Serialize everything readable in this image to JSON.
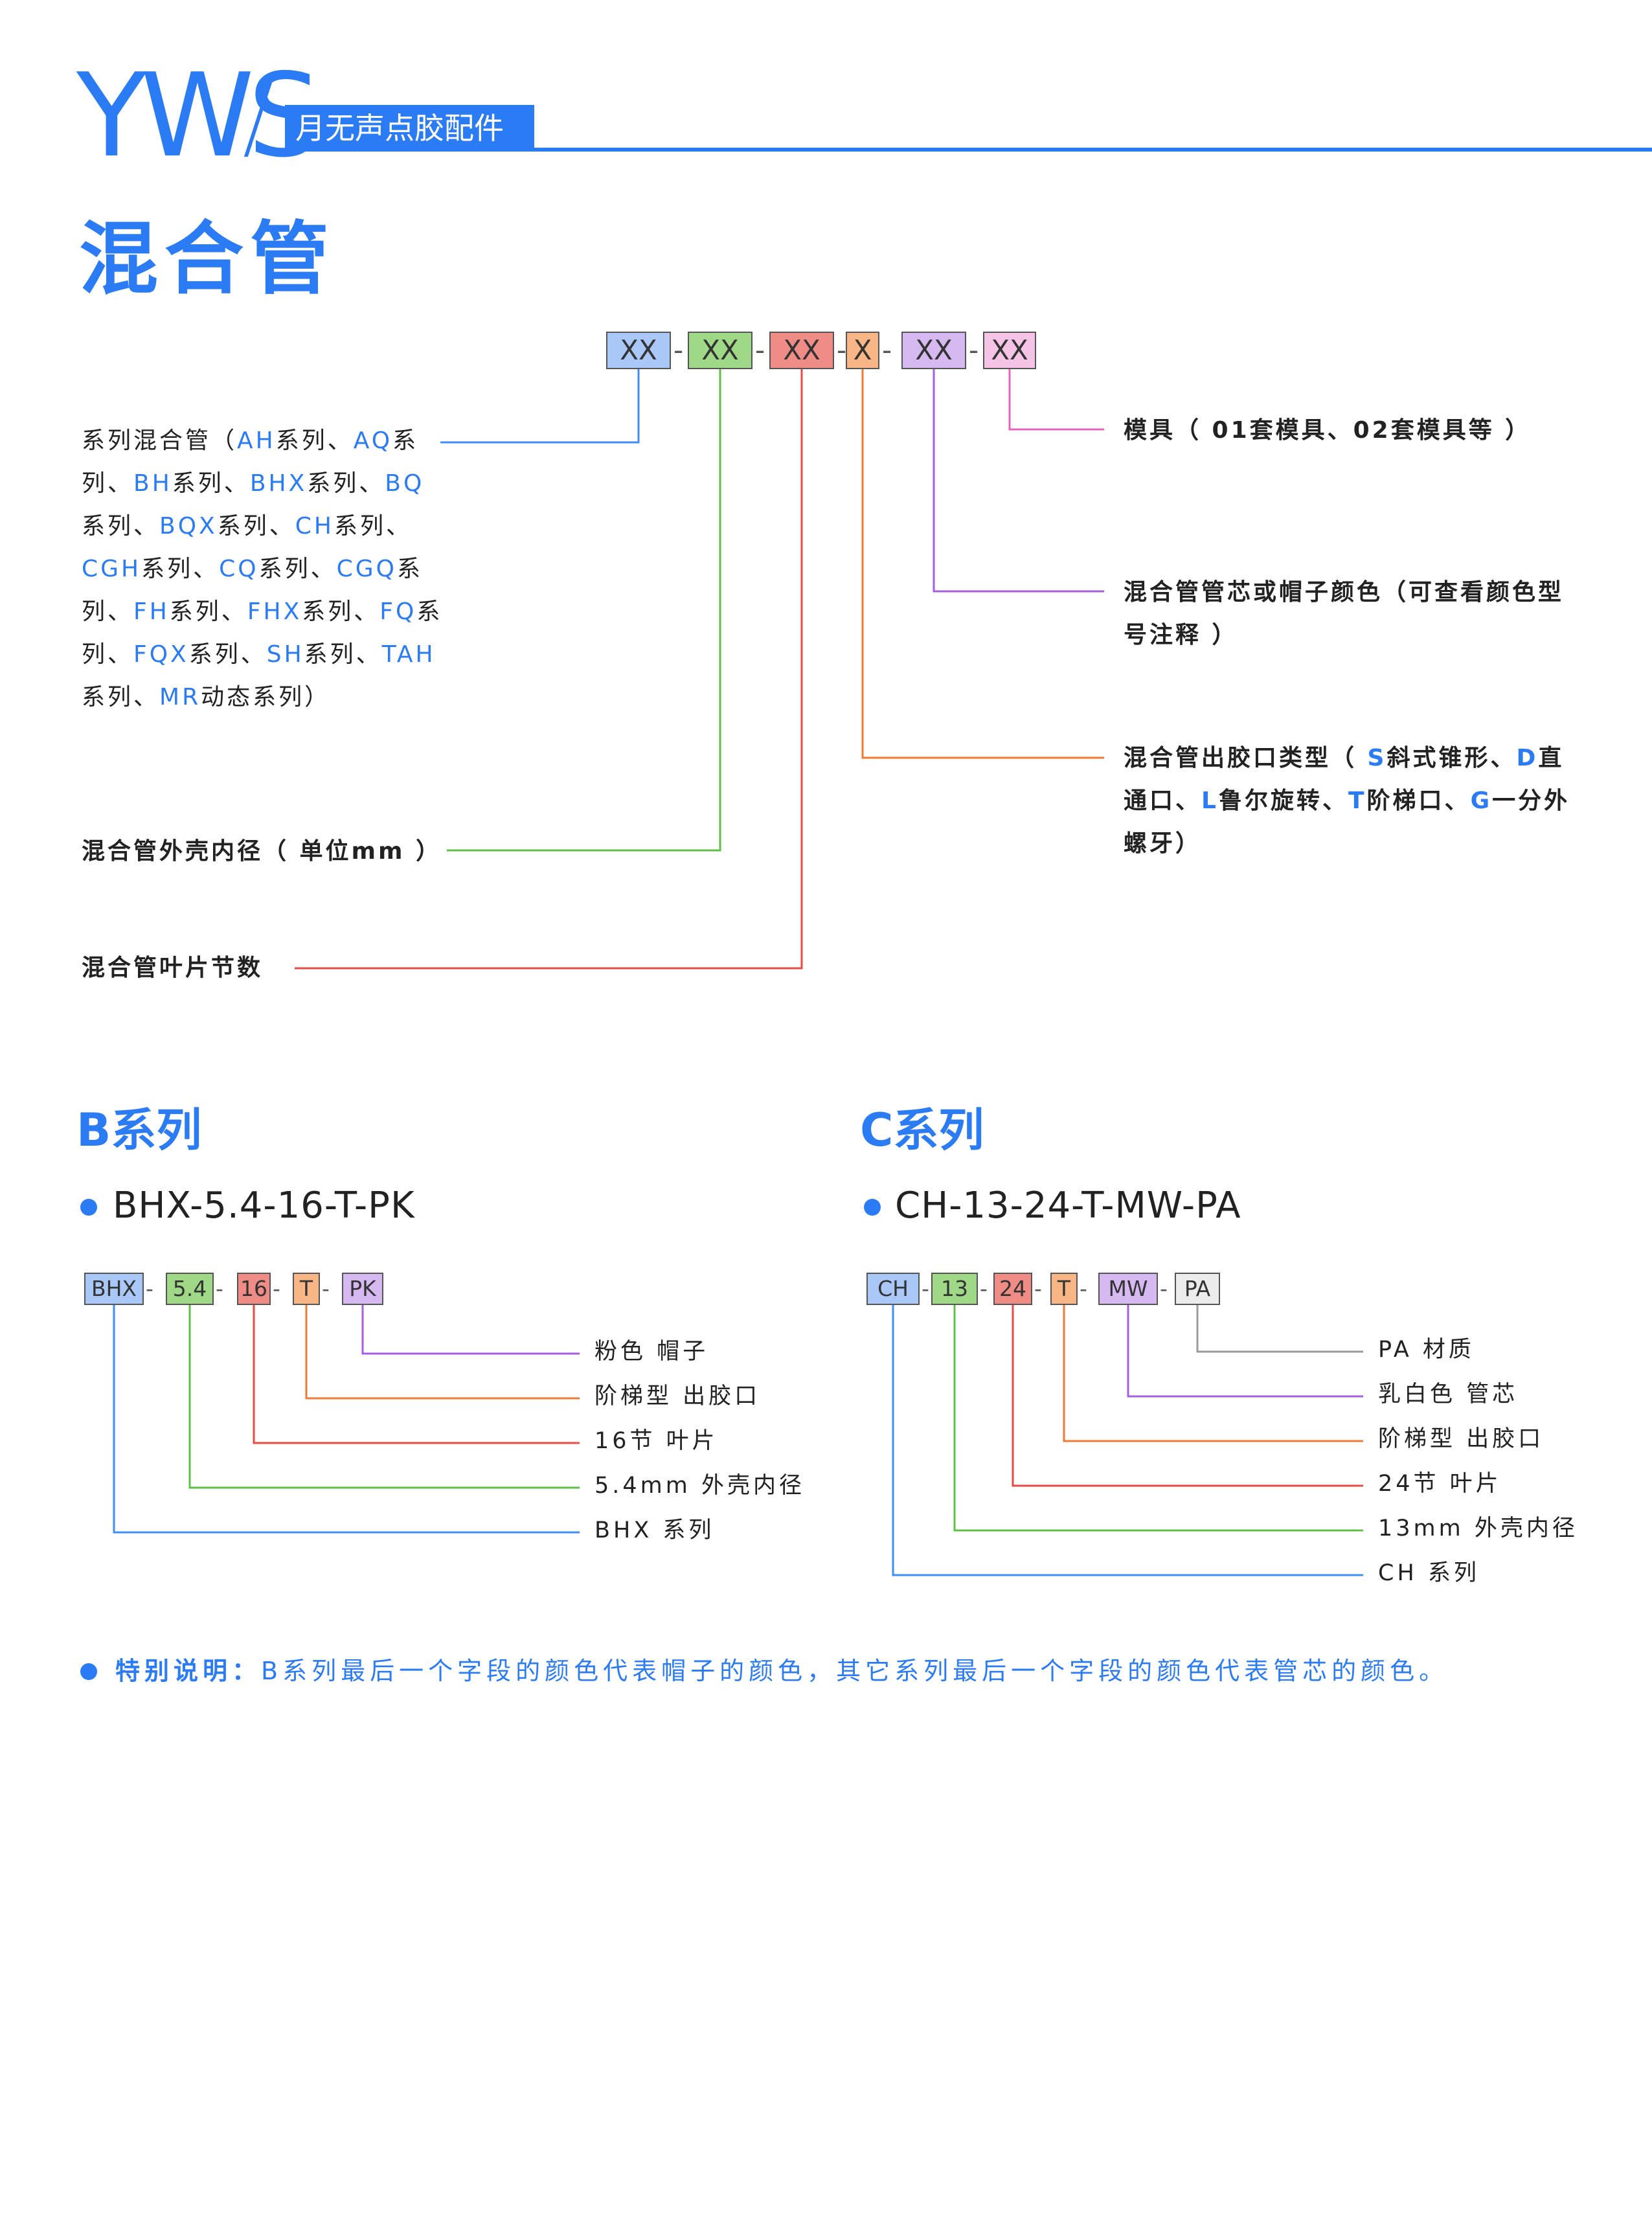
{
  "header": {
    "brand": "YWS",
    "category": "月无声点胶配件"
  },
  "page_title": "混合管",
  "colors": {
    "accent": "#2b7cf4",
    "box_blue": "#a9c8f7",
    "box_green": "#9fd886",
    "box_red": "#f08c86",
    "box_orange": "#f8b585",
    "box_purple": "#d7b9f2",
    "box_pink": "#f4c3e6",
    "box_gray": "#ececec",
    "line_blue": "#3f8ef5",
    "line_green": "#5cc243",
    "line_red": "#ea4a44",
    "line_orange": "#f07a32",
    "line_purple": "#a45ee0",
    "line_pink": "#ec62c2",
    "line_gray": "#9a9a9a"
  },
  "main_code": [
    "XX",
    "XX",
    "XX",
    "X",
    "XX",
    "XX"
  ],
  "main_desc": {
    "series": [
      {
        "t": "系列混合管（",
        "c": "n"
      },
      {
        "t": "AH",
        "c": "h"
      },
      {
        "t": "系列、",
        "c": "n"
      },
      {
        "t": "AQ",
        "c": "h"
      },
      {
        "t": "系列、",
        "c": "n"
      },
      {
        "t": "BH",
        "c": "h"
      },
      {
        "t": "系列、",
        "c": "n"
      },
      {
        "t": "BHX",
        "c": "h"
      },
      {
        "t": "系列、",
        "c": "n"
      },
      {
        "t": "BQ",
        "c": "h"
      },
      {
        "t": "系列、",
        "c": "n"
      },
      {
        "t": "BQX",
        "c": "h"
      },
      {
        "t": "系列、",
        "c": "n"
      },
      {
        "t": "CH",
        "c": "h"
      },
      {
        "t": "系列、",
        "c": "n"
      },
      {
        "t": "CGH",
        "c": "h"
      },
      {
        "t": "系列、",
        "c": "n"
      },
      {
        "t": "CQ",
        "c": "h"
      },
      {
        "t": "系列、",
        "c": "n"
      },
      {
        "t": "CGQ",
        "c": "h"
      },
      {
        "t": "系列、",
        "c": "n"
      },
      {
        "t": "FH",
        "c": "h"
      },
      {
        "t": "系列、",
        "c": "n"
      },
      {
        "t": "FHX",
        "c": "h"
      },
      {
        "t": "系列、",
        "c": "n"
      },
      {
        "t": "FQ",
        "c": "h"
      },
      {
        "t": "系列、",
        "c": "n"
      },
      {
        "t": "FQX",
        "c": "h"
      },
      {
        "t": "系列、",
        "c": "n"
      },
      {
        "t": "SH",
        "c": "h"
      },
      {
        "t": "系列、",
        "c": "n"
      },
      {
        "t": "TAH",
        "c": "h"
      },
      {
        "t": "系列、",
        "c": "n"
      },
      {
        "t": "MR",
        "c": "h"
      },
      {
        "t": "动态系列）",
        "c": "n"
      }
    ],
    "outer_diameter": "混合管外壳内径（ 单位mm ）",
    "blade_count": "混合管叶片节数",
    "mold": "模具（ 01套模具、02套模具等 ）",
    "core_color": "混合管管芯或帽子颜色（可查看颜色型号注释 ）",
    "outlet": [
      {
        "t": "混合管出胶口类型（ ",
        "c": "n"
      },
      {
        "t": "S",
        "c": "h"
      },
      {
        "t": "斜式锥形、",
        "c": "n"
      },
      {
        "t": "D",
        "c": "h"
      },
      {
        "t": "直通口、",
        "c": "n"
      },
      {
        "t": "L",
        "c": "h"
      },
      {
        "t": "鲁尔旋转、",
        "c": "n"
      },
      {
        "t": "T",
        "c": "h"
      },
      {
        "t": "阶梯口、",
        "c": "n"
      },
      {
        "t": "G",
        "c": "h"
      },
      {
        "t": "一分外螺牙）",
        "c": "n"
      }
    ]
  },
  "b_series": {
    "title": "B系列",
    "model": "BHX-5.4-16-T-PK",
    "code": [
      "BHX",
      "5.4",
      "16",
      "T",
      "PK"
    ],
    "labels": [
      "粉色 帽子",
      "阶梯型 出胶口",
      "16节 叶片",
      "5.4mm 外壳内径",
      "BHX 系列"
    ]
  },
  "c_series": {
    "title": "C系列",
    "model": "CH-13-24-T-MW-PA",
    "code": [
      "CH",
      "13",
      "24",
      "T",
      "MW",
      "PA"
    ],
    "labels": [
      "PA 材质",
      "乳白色 管芯",
      "阶梯型 出胶口",
      "24节 叶片",
      "13mm 外壳内径",
      "CH 系列"
    ]
  },
  "note": {
    "label": "特别说明：",
    "text": "B系列最后一个字段的颜色代表帽子的颜色，其它系列最后一个字段的颜色代表管芯的颜色。"
  }
}
